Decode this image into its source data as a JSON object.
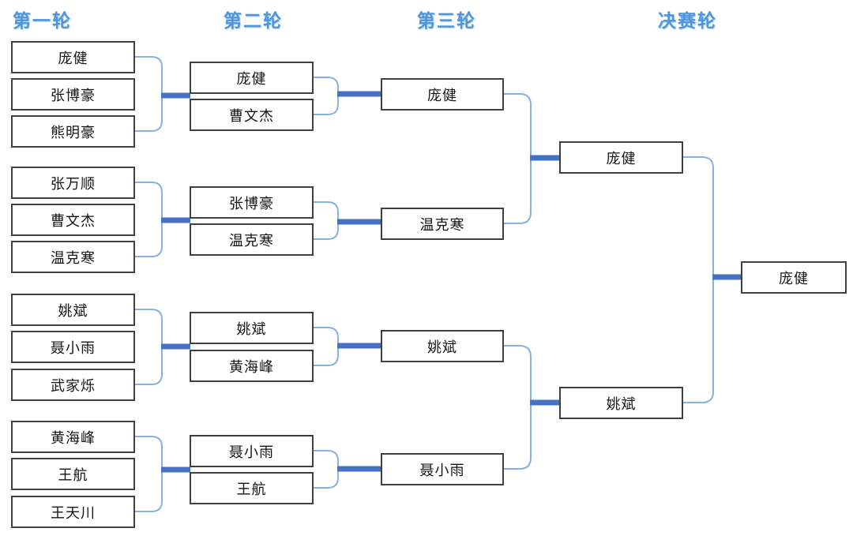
{
  "headers": {
    "round1": "第一轮",
    "round2": "第二轮",
    "round3": "第三轮",
    "final": "决赛轮"
  },
  "round1": {
    "groups": [
      {
        "players": [
          "庞健",
          "张博豪",
          "熊明豪"
        ]
      },
      {
        "players": [
          "张万顺",
          "曹文杰",
          "温克寒"
        ]
      },
      {
        "players": [
          "姚斌",
          "聂小雨",
          "武家烁"
        ]
      },
      {
        "players": [
          "黄海峰",
          "王航",
          "王天川"
        ]
      }
    ]
  },
  "round2": {
    "pairs": [
      {
        "players": [
          "庞健",
          "曹文杰"
        ]
      },
      {
        "players": [
          "张博豪",
          "温克寒"
        ]
      },
      {
        "players": [
          "姚斌",
          "黄海峰"
        ]
      },
      {
        "players": [
          "聂小雨",
          "王航"
        ]
      }
    ]
  },
  "round3": {
    "winners": [
      "庞健",
      "温克寒",
      "姚斌",
      "聂小雨"
    ]
  },
  "semifinals": {
    "winners": [
      "庞健",
      "姚斌"
    ]
  },
  "final": {
    "champion": "庞健"
  },
  "colors": {
    "header_text": "#4E95DB",
    "thick_line": "#4472C4",
    "bracket_line": "#85B2E5",
    "box_border": "#404040"
  }
}
